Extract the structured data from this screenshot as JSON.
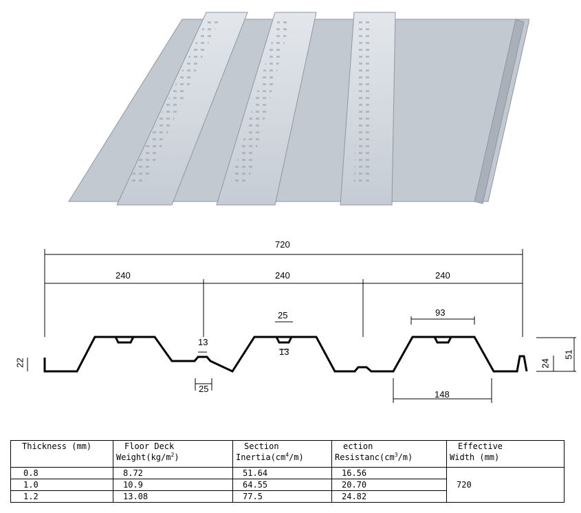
{
  "profile": {
    "total_width": "720",
    "pitches": [
      "240",
      "240",
      "240"
    ],
    "dim_rib_13": "13",
    "dim_rib_25_bottom": "25",
    "dim_top_25": "25",
    "dim_top_13": "13",
    "dim_93": "93",
    "dim_148": "148",
    "dim_22": "22",
    "dim_24": "24",
    "dim_51": "51"
  },
  "table": {
    "headers": {
      "thickness": "Thickness (mm)",
      "weight_l1": "Floor Deck",
      "weight_l2": "Weight(kg/m",
      "weight_sup": "2",
      "weight_end": ")",
      "inertia_l1": "Section",
      "inertia_l2": "Inertia(cm",
      "inertia_sup": "4",
      "inertia_end": "/m)",
      "resist_l1": "ection",
      "resist_l2": "Resistanc(cm",
      "resist_sup": "3",
      "resist_end": "/m)",
      "width_l1": "Effective",
      "width_l2": "Width (mm)"
    },
    "rows": [
      {
        "thickness": "0.8",
        "weight": "8.72",
        "inertia": "51.64",
        "resist": "16.56"
      },
      {
        "thickness": "1.0",
        "weight": "10.9",
        "inertia": "64.55",
        "resist": "20.70"
      },
      {
        "thickness": "1.2",
        "weight": "13.08",
        "inertia": "77.5",
        "resist": "24.82"
      }
    ],
    "effective_width": "720"
  },
  "colors": {
    "sheet_light": "#d9dee4",
    "sheet_mid": "#b9c0c9",
    "sheet_dark": "#8e96a1"
  }
}
